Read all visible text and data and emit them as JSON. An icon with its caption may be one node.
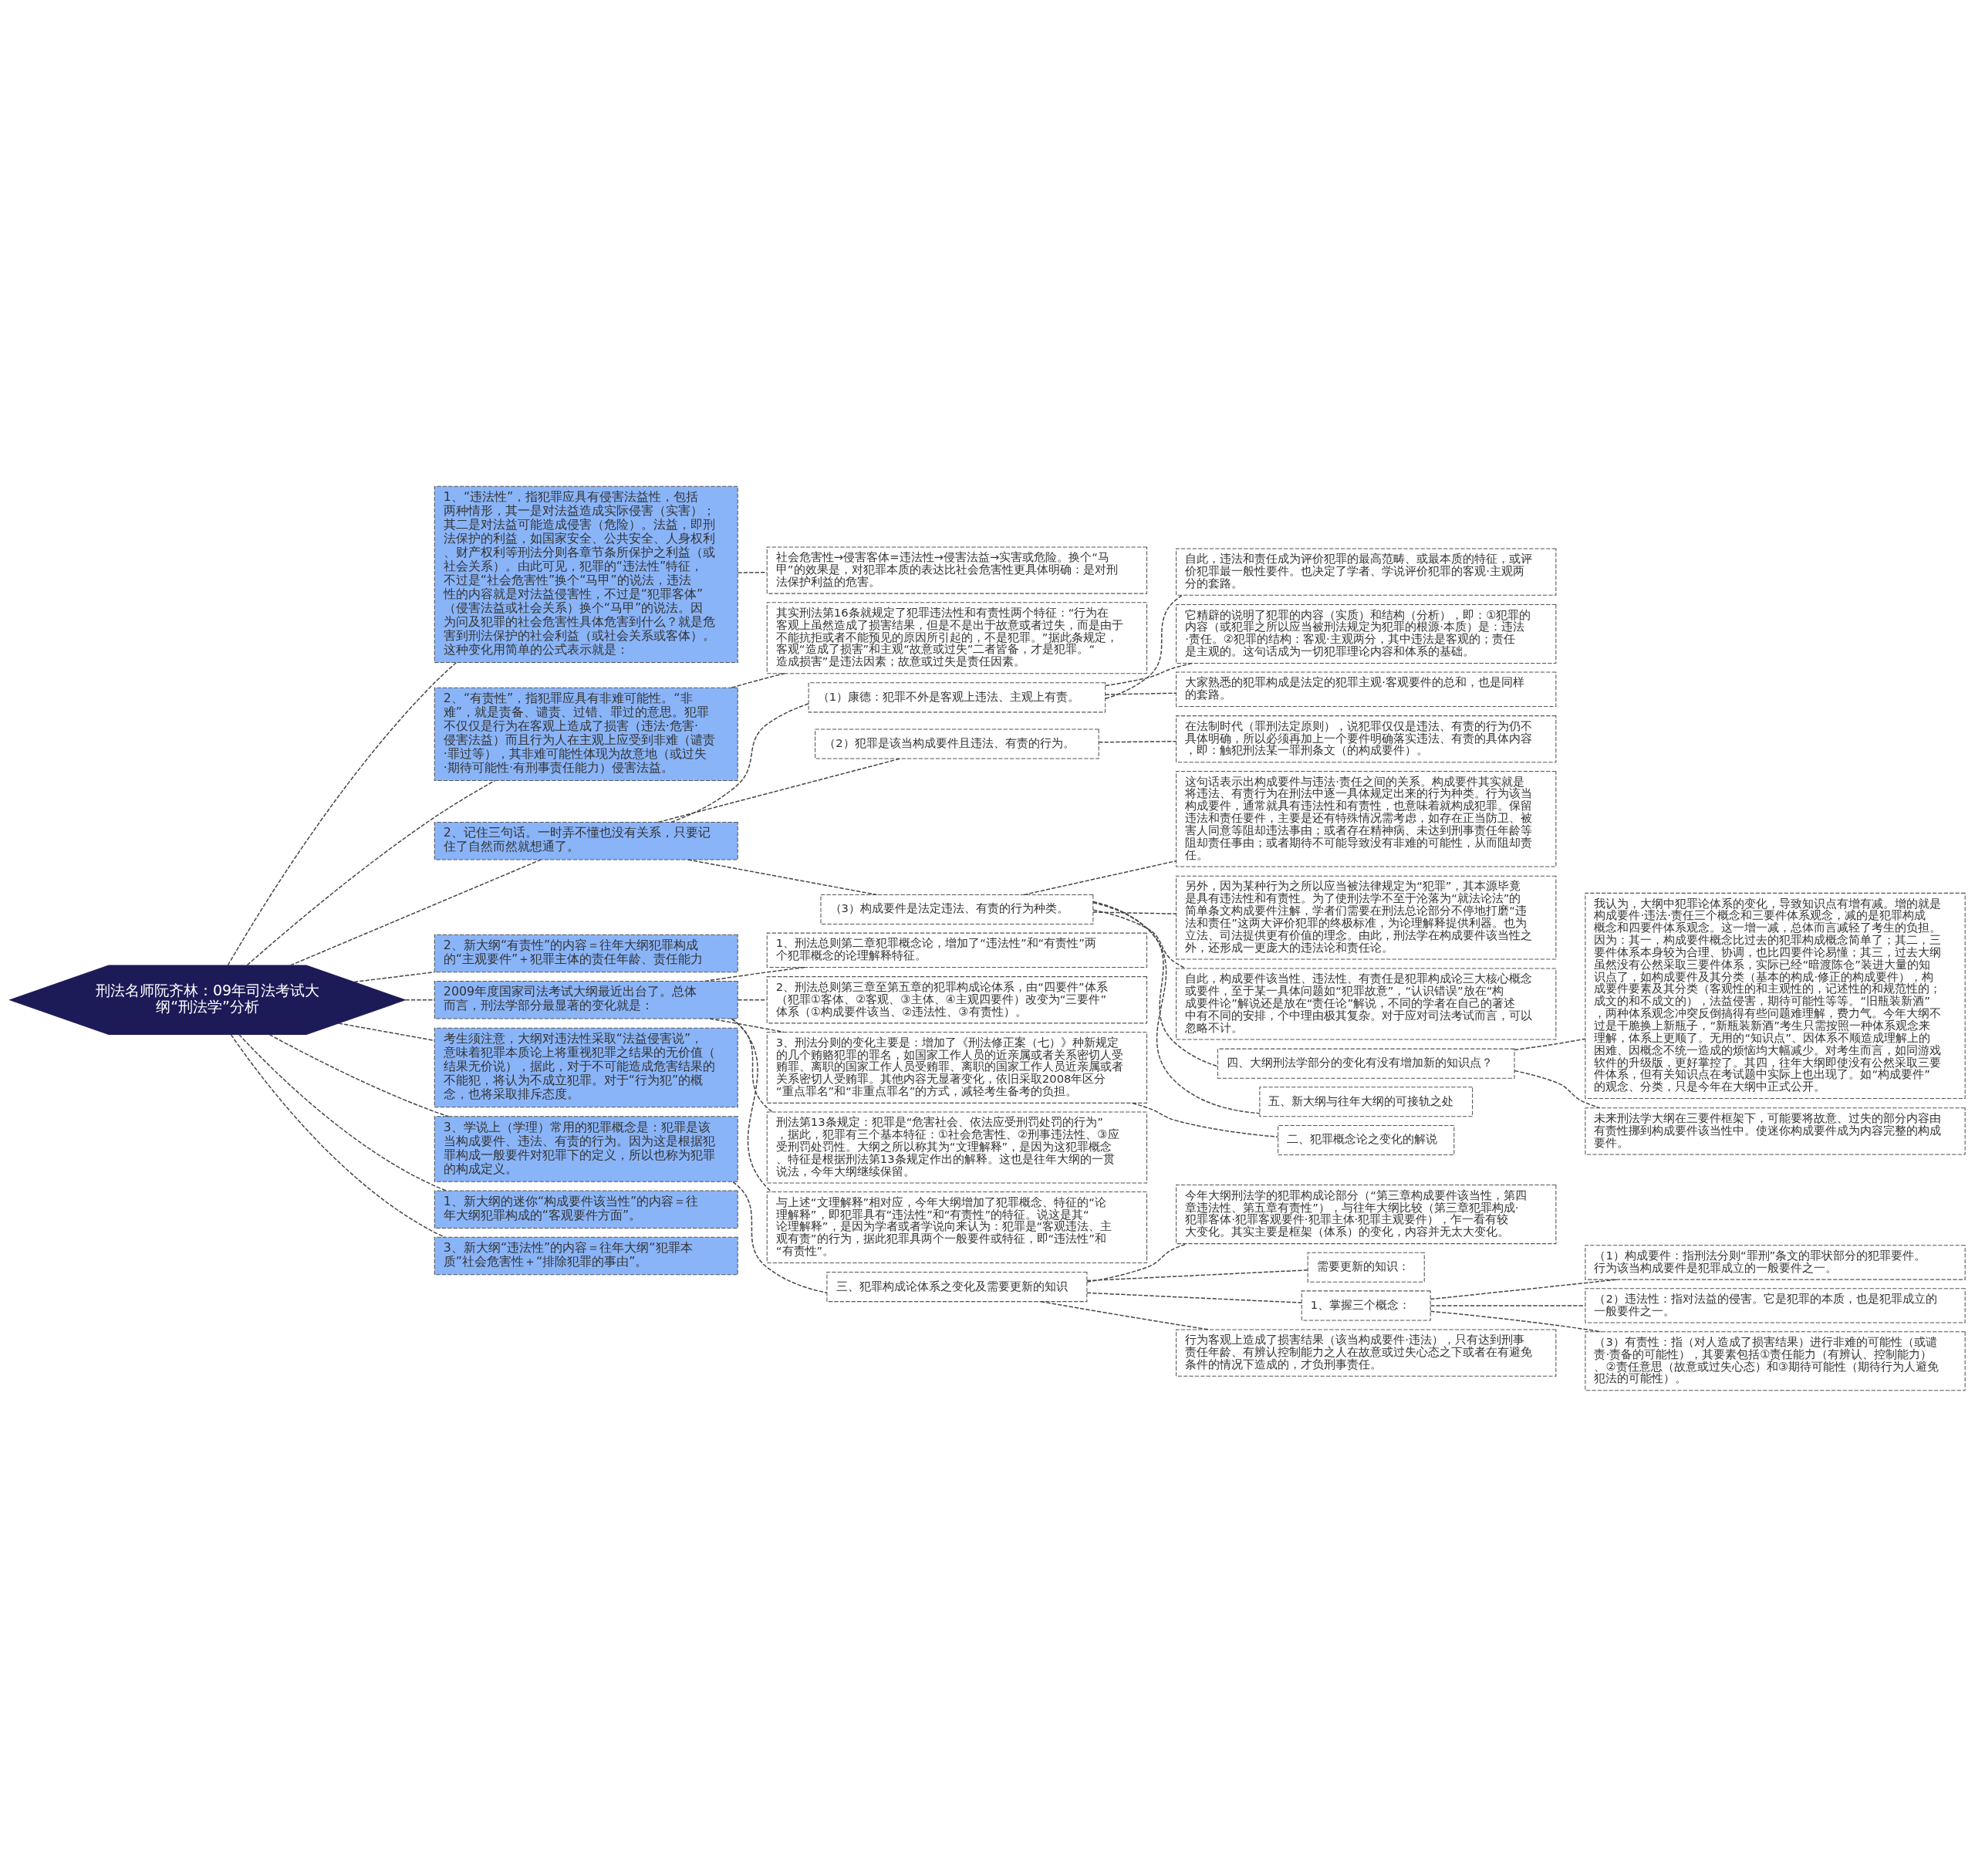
{
  "diagram": {
    "nodes": [
      {
        "text": [
          "刑法名师阮齐林：09年司法考试大纲“刑法学”分析"
        ]
      },
      {
        "text": [
          "1、“违法性”，指犯罪应具有侵害法益性，包括两种情形，其一是对法益造成实际侵害（实害）；其二是对法益可能造成侵害（危险）。法益，即刑法保护的利益，如国家安全、公共安全、人身权利、财产权利等刑法分则各章节条所保护之利益（或社会关系）。由此可见，犯罪的“违法性”特征，不过是“社会危害性”换个“马甲”的说法，违法性的内容就是对法益侵害性，不过是“犯罪客体”（侵害法益或社会关系）换个“马甲”的说法。因为问及犯罪的社会危害性具体危害到什么？就是危害到刑法保护的社会利益（或社会关系或客体）。这种变化用简单的公式表示就是："
        ]
      },
      {
        "text": [
          "社会危害性→侵害客体=违法性→侵害法益→实害或危险。换个“马甲”的效果是，对犯罪本质的表达比社会危害性更具体明确：是对刑法保护利益的危害。"
        ]
      },
      {
        "text": [
          "2、“有责性”，指犯罪应具有非难可能性。“非难”，就是责备、谴责、过错、罪过的意思。犯罪不仅仅是行为在客观上造成了损害（违法·危害·侵害法益）而且行为人在主观上应受到非难（谴责·罪过等），其非难可能性体现为故意地（或过失·期待可能性·有刑事责任能力）侵害法益。"
        ]
      },
      {
        "text": [
          "其实刑法第16条就规定了犯罪违法性和有责性两个特征：“行为在客观上虽然造成了损害结果，但是不是出于故意或者过失，而是由于不能抗拒或者不能预见的原因所引起的，不是犯罪。”据此条规定，客观“造成了损害”和主观“故意或过失”二者皆备，才是犯罪。“造成损害”是违法因素；故意或过失是责任因素。"
        ]
      },
      {
        "text": [
          "2、记住三句话。一时弄不懂也没有关系，只要记住了自然而然就想通了。"
        ]
      },
      {
        "text": [
          "（1）康德：犯罪不外是客观上违法、主观上有责。"
        ]
      },
      {
        "text": [
          "自此，违法和责任成为评价犯罪的最高范畴、或最本质的特征，或评价犯罪最一般性要件。也决定了学者、学说评价犯罪的客观·主观两分的套路。"
        ]
      },
      {
        "text": [
          "它精辟的说明了犯罪的内容（实质）和结构（分析），即：①犯罪的内容（或犯罪之所以应当被刑法规定为犯罪的根源·本质）是：违法·责任。②犯罪的结构：客观·主观两分，其中违法是客观的；责任是主观的。这句话成为一切犯罪理论内容和体系的基础。"
        ]
      },
      {
        "text": [
          "大家熟悉的犯罪构成是法定的犯罪主观·客观要件的总和，也是同样的套路。"
        ]
      },
      {
        "text": [
          "（2）犯罪是该当构成要件且违法、有责的行为。"
        ]
      },
      {
        "text": [
          "在法制时代（罪刑法定原则），说犯罪仅仅是违法、有责的行为仍不具体明确，所以必须再加上一个要件明确落实违法、有责的具体内容，即：触犯刑法某一罪刑条文（的构成要件）。"
        ]
      },
      {
        "text": [
          "（3）构成要件是法定违法、有责的行为种类。"
        ]
      },
      {
        "text": [
          "这句话表示出构成要件与违法·责任之间的关系。构成要件其实就是将违法、有责行为在刑法中逐一具体规定出来的行为种类。行为该当构成要件，通常就具有违法性和有责性，也意味着就构成犯罪。保留违法和责任要件，主要是还有特殊情况需考虑，如存在正当防卫、被害人同意等阻却违法事由；或者存在精神病、未达到刑事责任年龄等阻却责任事由；或者期待不可能导致没有非难的可能性，从而阻却责任。"
        ]
      },
      {
        "text": [
          "另外，因为某种行为之所以应当被法律规定为“犯罪”，其本源毕竟是具有违法性和有责性。为了使刑法学不至于沦落为“就法论法”的简单条文构成要件注解，学者们需要在刑法总论部分不停地打磨“违法和责任”这两大评价犯罪的终极标准，为论理解释提供利器。也为立法、司法提供更有价值的理念。由此，刑法学在构成要件该当性之外，还形成一更庞大的违法论和责任论。"
        ]
      },
      {
        "text": [
          "自此，构成要件该当性、违法性、有责任是犯罪构成论三大核心概念或要件，至于某一具体问题如“犯罪故意”，“认识错误”放在“构成要件论”解说还是放在“责任论”解说，不同的学者在自己的著述中有不同的安排，个中理由极其复杂。对于应对司法考试而言，可以忽略不计。"
        ]
      },
      {
        "text": [
          "四、大纲刑法学部分的变化有没有增加新的知识点？"
        ]
      },
      {
        "text": [
          "我认为，大纲中犯罪论体系的变化，导致知识点有增有减。增的就是构成要件·违法·责任三个概念和三要件体系观念，减的是犯罪构成概念和四要件体系观念。这一增一减，总体而言减轻了考生的负担。因为：其一，构成要件概念比过去的犯罪构成概念简单了；其二，三要件体系本身较为合理、协调，也比四要件论易懂；其三，过去大纲虽然没有公然采取三要件体系，实际已经“暗渡陈仓”装进大量的知识点了，如构成要件及其分类（基本的构成·修正的构成要件），构成要件要素及其分类（客观性的和主观性的，记述性的和规范性的；成文的和不成文的），法益侵害，期待可能性等等。“旧瓶装新酒”，两种体系观念冲突反倒搞得有些问题难理解，费力气。今年大纲不过是干脆换上新瓶子，“新瓶装新酒”考生只需按照一种体系观念来理解，体系上更顺了。无用的“知识点”、因体系不顺造成理解上的困难、因概念不统一造成的烦恼均大幅减少。对考生而言，如同游戏软件的升级版，更好掌控了。其四，往年大纲即使没有公然采取三要件体系，但有关知识点在考试题中实际上也出现了。如“构成要件”的观念、分类，只是今年在大纲中正式公开。"
        ]
      },
      {
        "text": [
          "未来刑法学大纲在三要件框架下，可能要将故意、过失的部分内容由有责性挪到构成要件该当性中。使迷你构成要件成为内容完整的构成要件。"
        ]
      },
      {
        "text": [
          "五、新大纲与往年大纲的可接轨之处"
        ]
      },
      {
        "text": [
          "2、新大纲“有责性”的内容＝往年大纲犯罪构成的“主观要件”＋犯罪主体的责任年龄、责任能力"
        ]
      },
      {
        "text": [
          "2009年度国家司法考试大纲最近出台了。总体而言，刑法学部分最显著的变化就是："
        ]
      },
      {
        "text": [
          "1、刑法总则第二章犯罪概念论，增加了“违法性”和“有责性”两个犯罪概念的论理解释特征。"
        ]
      },
      {
        "text": [
          "2、刑法总则第三章至第五章的犯罪构成论体系，由“四要件”体系（犯罪①客体、②客观、③主体、④主观四要件）改变为“三要件”体系（①构成要件该当、②违法性、③有责性）。"
        ]
      },
      {
        "text": [
          "3、刑法分则的变化主要是：增加了《刑法修正案（七）》种新规定的几个贿赂犯罪的罪名，如国家工作人员的近亲属或者关系密切人受贿罪、离职的国家工作人员受贿罪、离职的国家工作人员近亲属或者关系密切人受贿罪。其他内容无显著变化，依旧采取2008年区分“重点罪名”和“非重点罪名”的方式，减轻考生备考的负担。"
        ]
      },
      {
        "text": [
          "二、犯罪概念论之变化的解说"
        ]
      },
      {
        "text": [
          "刑法第13条规定：犯罪是“危害社会、依法应受刑罚处罚的行为”，据此，犯罪有三个基本特征：①社会危害性、②刑事违法性、③应受刑罚处罚性。大纲之所以称其为“文理解释”，是因为这犯罪概念、特征是根据刑法第13条规定作出的解释。这也是往年大纲的一贯说法，今年大纲继续保留。"
        ]
      },
      {
        "text": [
          "与上述“文理解释”相对应，今年大纲增加了犯罪概念、特征的“论理解释”，即犯罪具有“违法性”和“有责性”的特征。说这是其“论理解释”，是因为学者或者学说向来认为：犯罪是“客观违法、主观有责”的行为，据此犯罪具两个一般要件或特征，即“违法性”和“有责性”。"
        ]
      },
      {
        "text": [
          "考生须注意，大纲对违法性采取“法益侵害说”，意味着犯罪本质论上将重视犯罪之结果的无价值（结果无价说），据此，对于不可能造成危害结果的不能犯，将认为不成立犯罪。对于“行为犯”的概念，也将采取排斥态度。"
        ]
      },
      {
        "text": [
          "3、学说上（学理）常用的犯罪概念是：犯罪是该当构成要件、违法、有责的行为。因为这是根据犯罪构成一般要件对犯罪下的定义，所以也称为犯罪的构成定义。"
        ]
      },
      {
        "text": [
          "三、犯罪构成论体系之变化及需要更新的知识"
        ]
      },
      {
        "text": [
          "今年大纲刑法学的犯罪构成论部分（“第三章构成要件该当性，第四章违法性、第五章有责性”），与往年大纲比较（第三章犯罪构成·犯罪客体·犯罪客观要件·犯罪主体·犯罪主观要件），乍一看有较大变化。其实主要是框架（体系）的变化，内容并无太大变化。"
        ]
      },
      {
        "text": [
          "需要更新的知识："
        ]
      },
      {
        "text": [
          "1、掌握三个概念："
        ]
      },
      {
        "text": [
          "（1）构成要件：指刑法分则“罪刑”条文的罪状部分的犯罪要件。行为该当构成要件是犯罪成立的一般要件之一。"
        ]
      },
      {
        "text": [
          "（2）违法性：指对法益的侵害。它是犯罪的本质，也是犯罪成立的一般要件之一。"
        ]
      },
      {
        "text": [
          "（3）有责性：指（对人造成了损害结果）进行非难的可能性（或谴责·责备的可能性），其要素包括①责任能力（有辨认、控制能力）、②责任意思（故意或过失心态）和③期待可能性（期待行为人避免犯法的可能性）。"
        ]
      },
      {
        "text": [
          "行为客观上造成了损害结果（该当构成要件·违法），只有达到刑事责任年龄、有辨认控制能力之人在故意或过失心态之下或者在有避免条件的情况下造成的，才负刑事责任。"
        ]
      },
      {
        "text": [
          "1、新大纲的迷你“构成要件该当性”的内容＝往年大纲犯罪构成的“客观要件方面”。"
        ]
      },
      {
        "text": [
          "3、新大纲“违法性”的内容＝往年大纲“犯罪本质”社会危害性＋“排除犯罪的事由”。"
        ]
      }
    ],
    "edges": [
      {
        "from": 0,
        "to": 1,
        "arrow": "none"
      },
      {
        "from": 1,
        "to": 2,
        "arrow": "none"
      },
      {
        "from": 0,
        "to": 3,
        "arrow": "none"
      },
      {
        "from": 3,
        "to": 4,
        "arrow": "none"
      },
      {
        "from": 0,
        "to": 5,
        "arrow": "none"
      },
      {
        "from": 5,
        "to": 6,
        "arrow": "none"
      },
      {
        "from": 6,
        "to": 7,
        "arrow": "none"
      },
      {
        "from": 6,
        "to": 8,
        "arrow": "none"
      },
      {
        "from": 6,
        "to": 9,
        "arrow": "none"
      },
      {
        "from": 5,
        "to": 10,
        "arrow": "none"
      },
      {
        "from": 10,
        "to": 11,
        "arrow": "none"
      },
      {
        "from": 5,
        "to": 12,
        "arrow": "none"
      },
      {
        "from": 12,
        "to": 13,
        "arrow": "none"
      },
      {
        "from": 12,
        "to": 14,
        "arrow": "none"
      },
      {
        "from": 12,
        "to": 15,
        "arrow": "none"
      },
      {
        "from": 12,
        "to": 16,
        "arrow": "none"
      },
      {
        "from": 16,
        "to": 17,
        "arrow": "none"
      },
      {
        "from": 16,
        "to": 18,
        "arrow": "none"
      },
      {
        "from": 12,
        "to": 19,
        "arrow": "none"
      },
      {
        "from": 0,
        "to": 20,
        "arrow": "none"
      },
      {
        "from": 0,
        "to": 21,
        "arrow": "none"
      },
      {
        "from": 21,
        "to": 22,
        "arrow": "none"
      },
      {
        "from": 21,
        "to": 23,
        "arrow": "none"
      },
      {
        "from": 21,
        "to": 24,
        "arrow": "none"
      },
      {
        "from": 24,
        "to": 25,
        "arrow": "none"
      },
      {
        "from": 21,
        "to": 26,
        "arrow": "none"
      },
      {
        "from": 21,
        "to": 27,
        "arrow": "none"
      },
      {
        "from": 0,
        "to": 28,
        "arrow": "none"
      },
      {
        "from": 0,
        "to": 29,
        "arrow": "none"
      },
      {
        "from": 29,
        "to": 30,
        "arrow": "none"
      },
      {
        "from": 30,
        "to": 31,
        "arrow": "none"
      },
      {
        "from": 30,
        "to": 32,
        "arrow": "none"
      },
      {
        "from": 30,
        "to": 33,
        "arrow": "none"
      },
      {
        "from": 33,
        "to": 34,
        "arrow": "none"
      },
      {
        "from": 33,
        "to": 35,
        "arrow": "none"
      },
      {
        "from": 33,
        "to": 36,
        "arrow": "none"
      },
      {
        "from": 30,
        "to": 37,
        "arrow": "none"
      },
      {
        "from": 0,
        "to": 38,
        "arrow": "none"
      },
      {
        "from": 0,
        "to": 39,
        "arrow": "none"
      }
    ]
  }
}
